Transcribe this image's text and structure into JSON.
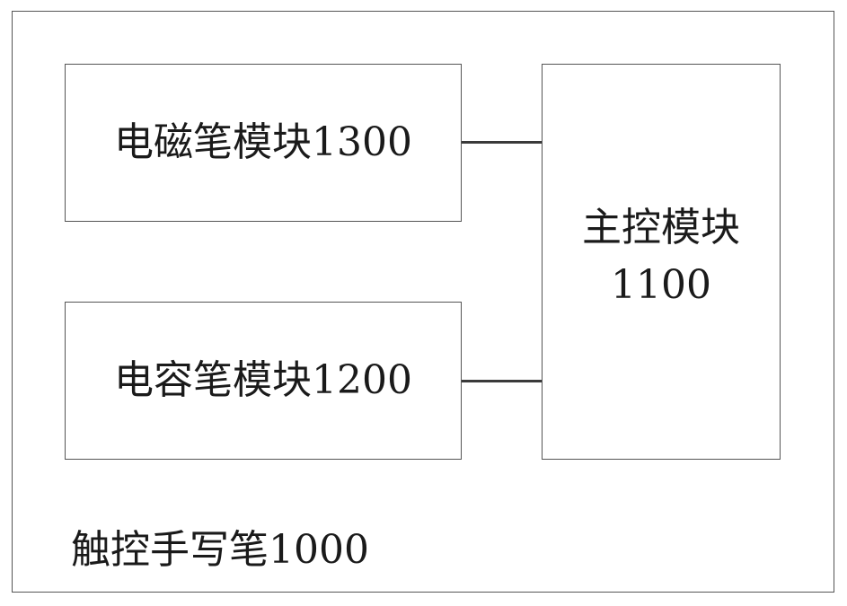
{
  "diagram": {
    "device_label": "触控手写笔1000",
    "modules": {
      "electromagnetic_pen": "电磁笔模块1300",
      "capacitive_pen": "电容笔模块1200",
      "main_control": {
        "line1": "主控模块",
        "line2": "1100"
      }
    },
    "colors": {
      "line": "#3a3a3a",
      "border": "#555555",
      "background": "#ffffff"
    }
  }
}
